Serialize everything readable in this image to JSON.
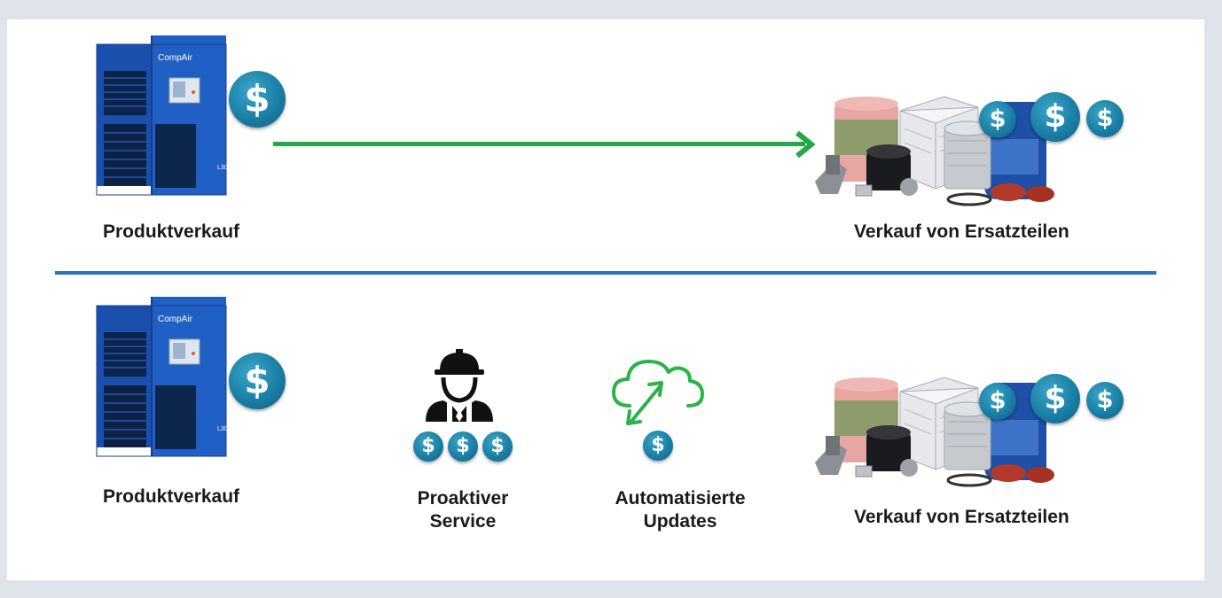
{
  "top_row": {
    "product_sale_label": "Produktverkauf",
    "spare_parts_label": "Verkauf von Ersatzteilen"
  },
  "bottom_row": {
    "product_sale_label": "Produktverkauf",
    "proactive_service_line1": "Proaktiver",
    "proactive_service_line2": "Service",
    "automated_updates_line1": "Automatisierte",
    "automated_updates_line2": "Updates",
    "spare_parts_label": "Verkauf von Ersatzteilen"
  },
  "compressor_brand": "CompAir",
  "compressor_model": "L30",
  "currency_symbol": "$",
  "colors": {
    "background": "#dfe3ea",
    "divider": "#2f74b5",
    "arrow": "#22a94a",
    "coin": "#1b7fa6",
    "compressor": "#1f56b8",
    "cloud": "#2bb34a"
  }
}
